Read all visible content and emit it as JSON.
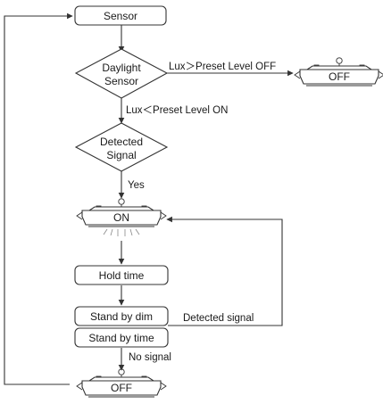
{
  "nodes": {
    "sensor": "Sensor",
    "daylight_sensor": [
      "Daylight",
      "Sensor"
    ],
    "detected_signal_decision": [
      "Detected",
      "Signal"
    ],
    "hold_time": "Hold time",
    "stand_by_dim": "Stand by dim",
    "stand_by_time": "Stand by time"
  },
  "lamps": {
    "off_right": "OFF",
    "on": "ON",
    "off_bottom": "OFF"
  },
  "edge_labels": {
    "lux_off": "Lux＞Preset Level OFF",
    "lux_on": "Lux＜Preset Level ON",
    "yes": "Yes",
    "detected_signal": "Detected signal",
    "no_signal": "No signal"
  }
}
